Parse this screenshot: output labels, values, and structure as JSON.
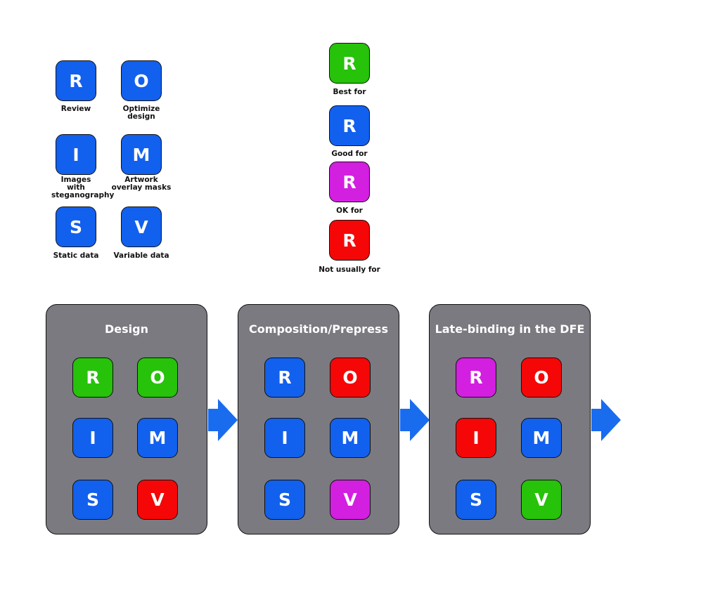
{
  "colors": {
    "blue": "#1260ee",
    "green": "#27c20a",
    "magenta": "#d31fe0",
    "red": "#f50707",
    "panel": "#7a7a80",
    "arrow": "#1a6cef"
  },
  "legend_letters": [
    {
      "letter": "R",
      "label": "Review"
    },
    {
      "letter": "O",
      "label": "Optimize design"
    },
    {
      "letter": "I",
      "label": "Images with steganography"
    },
    {
      "letter": "M",
      "label": "Artwork overlay masks"
    },
    {
      "letter": "S",
      "label": "Static data"
    },
    {
      "letter": "V",
      "label": "Variable data"
    }
  ],
  "legend_colors": [
    {
      "letter": "R",
      "color": "green",
      "label": "Best for"
    },
    {
      "letter": "R",
      "color": "blue",
      "label": "Good for"
    },
    {
      "letter": "R",
      "color": "magenta",
      "label": "OK for"
    },
    {
      "letter": "R",
      "color": "red",
      "label": "Not usually for"
    }
  ],
  "stages": [
    {
      "title": "Design",
      "tiles": [
        {
          "letter": "R",
          "color": "green"
        },
        {
          "letter": "O",
          "color": "green"
        },
        {
          "letter": "I",
          "color": "blue"
        },
        {
          "letter": "M",
          "color": "blue"
        },
        {
          "letter": "S",
          "color": "blue"
        },
        {
          "letter": "V",
          "color": "red"
        }
      ]
    },
    {
      "title": "Composition/Prepress",
      "tiles": [
        {
          "letter": "R",
          "color": "blue"
        },
        {
          "letter": "O",
          "color": "red"
        },
        {
          "letter": "I",
          "color": "blue"
        },
        {
          "letter": "M",
          "color": "blue"
        },
        {
          "letter": "S",
          "color": "blue"
        },
        {
          "letter": "V",
          "color": "magenta"
        }
      ]
    },
    {
      "title": "Late-binding in the DFE",
      "tiles": [
        {
          "letter": "R",
          "color": "magenta"
        },
        {
          "letter": "O",
          "color": "red"
        },
        {
          "letter": "I",
          "color": "red"
        },
        {
          "letter": "M",
          "color": "blue"
        },
        {
          "letter": "S",
          "color": "blue"
        },
        {
          "letter": "V",
          "color": "green"
        }
      ]
    }
  ]
}
